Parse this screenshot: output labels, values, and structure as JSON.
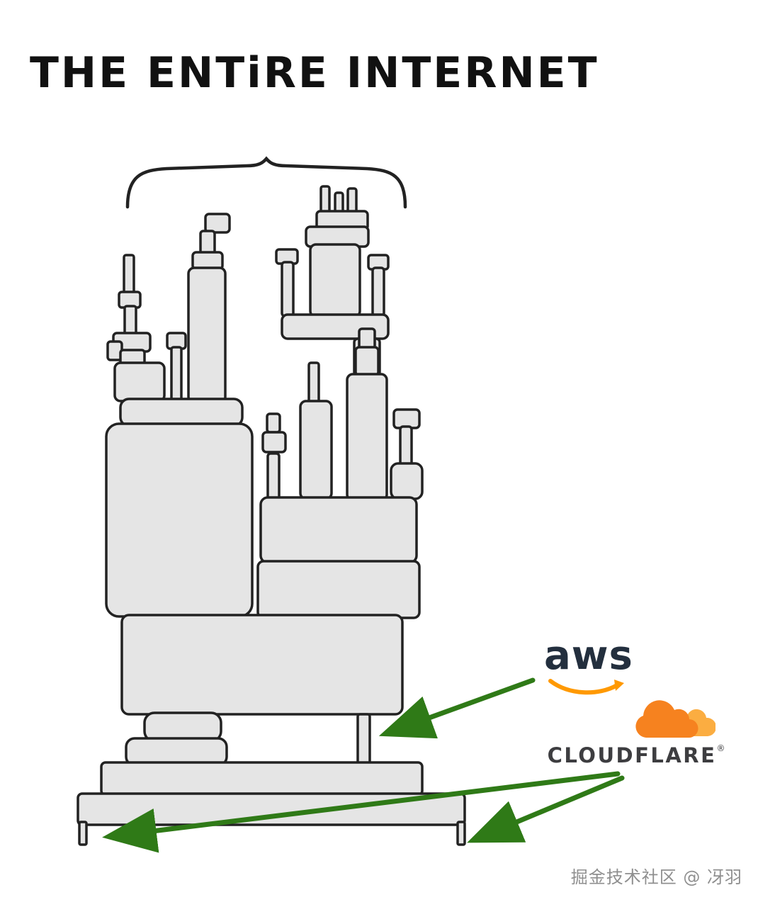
{
  "title": "THE ENTiRE INTERNET",
  "labels": {
    "aws": "aws",
    "cloudflare": "CLOUDFLARE",
    "cloudflare_mark": "®"
  },
  "watermark": "掘金技术社区 @ 冴羽",
  "colors": {
    "arrow_green": "#2f7a17",
    "aws_orange": "#ff9900",
    "aws_text": "#232f3e",
    "cloudflare_orange": "#f6821f",
    "cloudflare_light_orange": "#fbad41",
    "ink": "#222222",
    "block_fill": "#e5e5e5"
  }
}
